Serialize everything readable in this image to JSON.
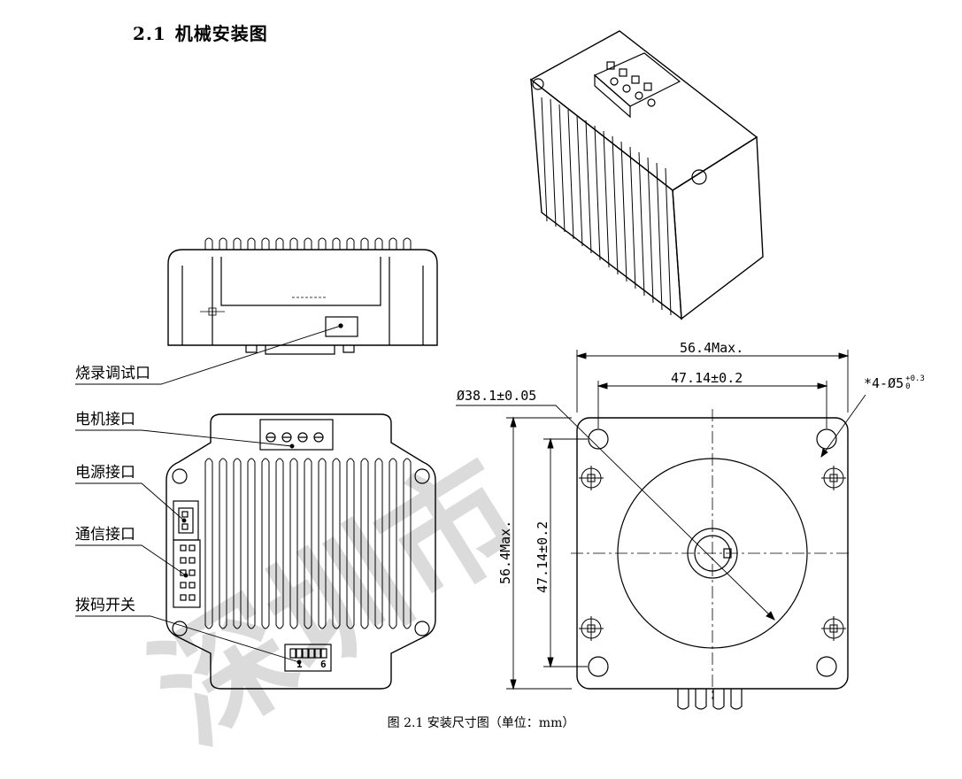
{
  "heading": {
    "number": "2.1",
    "title": "机械安装图"
  },
  "callouts": {
    "burn_debug_port": "烧录调试口",
    "motor_interface": "电机接口",
    "power_interface": "电源接口",
    "comm_interface": "通信接口",
    "dip_switch": "拨码开关"
  },
  "dimensions": {
    "overall_width": "56.4Max.",
    "hole_spacing_h": "47.14±0.2",
    "pilot_diameter": "Ø38.1±0.05",
    "mount_holes": "*4-Ø5",
    "mount_holes_tol_upper": "+0.3",
    "mount_holes_tol_lower": "0",
    "overall_height": "56.4Max.",
    "hole_spacing_v": "47.14±0.2"
  },
  "dip_labels": {
    "left": "1",
    "right": "6"
  },
  "caption": "图 2.1 安装尺寸图（单位：mm）",
  "watermark": "深圳市"
}
